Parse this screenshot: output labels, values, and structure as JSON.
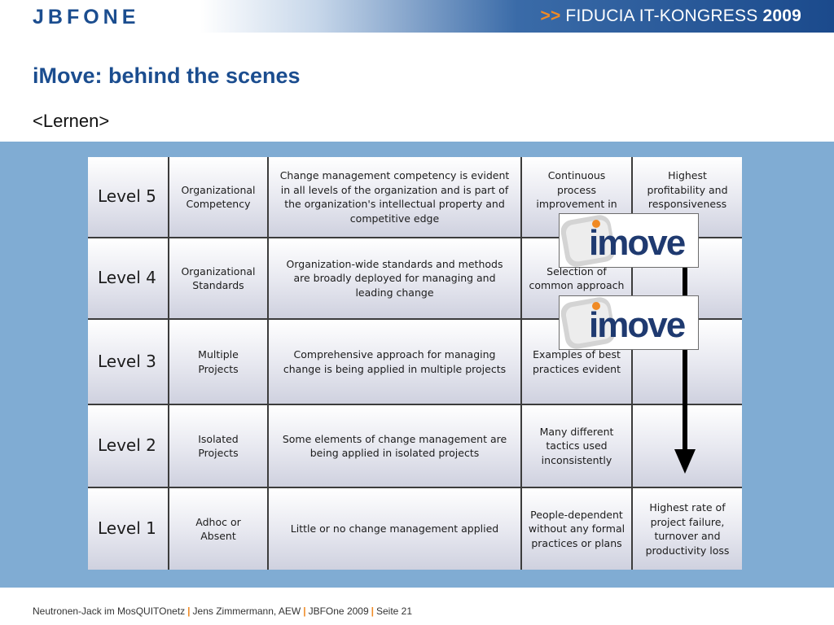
{
  "header": {
    "logo_text": "JBFONE",
    "congress_arrows": ">>",
    "congress_name": "FIDUCIA IT-KONGRESS",
    "congress_year": "2009"
  },
  "slide": {
    "title": "iMove: behind the scenes",
    "subtitle": "<Lernen>"
  },
  "table": {
    "rows": [
      {
        "level": "Level 5",
        "name": "Organizational\nCompetency",
        "description": "Change management competency is evident\nin all levels of the organization and is part of\nthe organization's intellectual property and\ncompetitive edge",
        "practices": "Continuous\nprocess\nimprovement in",
        "outcome": "Highest\nprofitability and\nresponsiveness"
      },
      {
        "level": "Level 4",
        "name": "Organizational\nStandards",
        "description": "Organization-wide standards and methods\nare broadly deployed for managing and\nleading change",
        "practices": "Selection of\ncommon approach",
        "outcome": ""
      },
      {
        "level": "Level 3",
        "name": "Multiple\nProjects",
        "description": "Comprehensive approach for managing\nchange is being applied in multiple projects",
        "practices": "Examples of best\npractices evident",
        "outcome": ""
      },
      {
        "level": "Level 2",
        "name": "Isolated\nProjects",
        "description": "Some elements of change management are\nbeing applied in isolated projects",
        "practices": "Many different\ntactics used\ninconsistently",
        "outcome": ""
      },
      {
        "level": "Level 1",
        "name": "Adhoc or\nAbsent",
        "description": "Little or no change management applied",
        "practices": "People-dependent\nwithout any formal\npractices or plans",
        "outcome": "Highest rate of\nproject failure,\nturnover and\nproductivity loss"
      }
    ]
  },
  "logos": [
    {
      "name": "imove-logo-upper",
      "text": "imove"
    },
    {
      "name": "imove-logo-lower",
      "text": "imove"
    }
  ],
  "footer": {
    "part1": "Neutronen-Jack im MosQUITOnetz",
    "sep1": "|",
    "part2": "Jens Zimmermann, AEW",
    "sep2": "|",
    "part3": "JBFOne 2009",
    "sep3": "|",
    "part4": "Seite 21"
  },
  "colors": {
    "brand_blue": "#1b4d8f",
    "accent_orange": "#f08a24",
    "band_blue": "#80acd3"
  }
}
